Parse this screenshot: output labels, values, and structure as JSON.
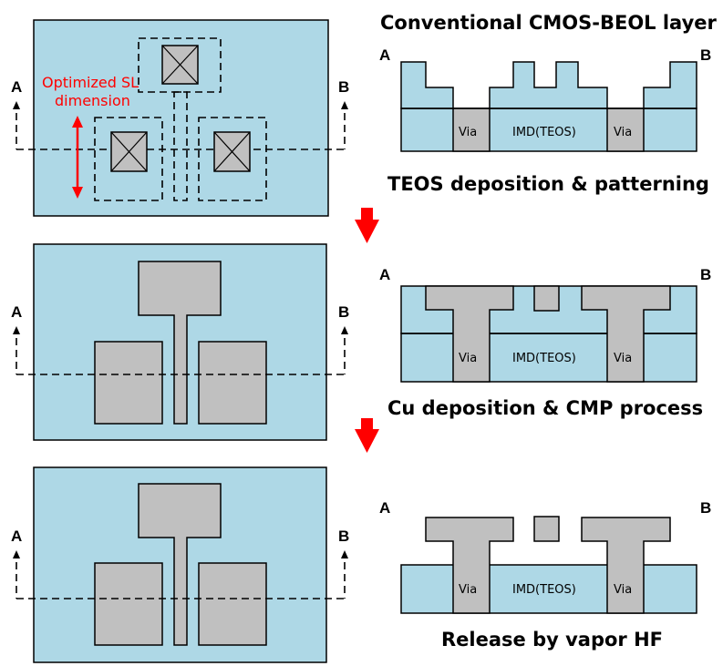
{
  "titles": {
    "top": "Conventional CMOS-BEOL layer",
    "step1": "TEOS deposition & patterning",
    "step2": "Cu deposition & CMP process",
    "step3": "Release by vapor HF"
  },
  "section_labels": {
    "a": "A",
    "b": "B"
  },
  "cross_section_labels": {
    "via": "Via",
    "imd": "IMD(TEOS)"
  },
  "annotation": {
    "line1": "Optimized SL",
    "line2": "dimension"
  },
  "colors": {
    "substrate": "#aed8e6",
    "metal": "#c0c0c0",
    "outline": "#000000",
    "annotation": "#ff0000",
    "arrow": "#ff0000"
  }
}
